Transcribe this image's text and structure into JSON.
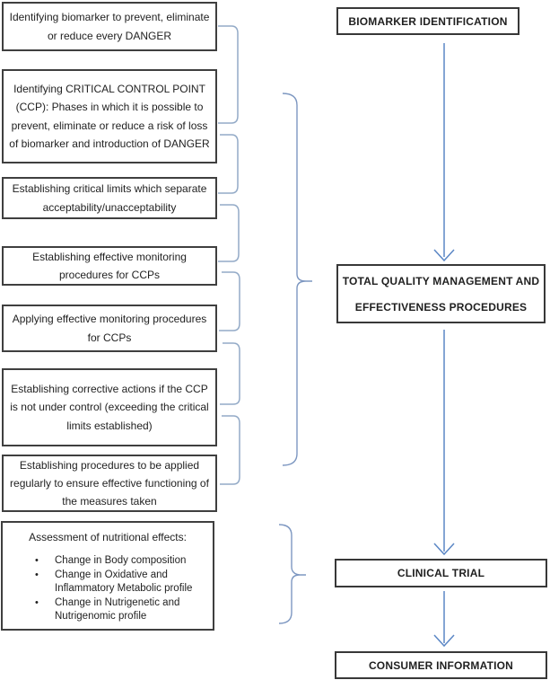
{
  "colors": {
    "background": "#ffffff",
    "box_border": "#3f3f3f",
    "box_border_dark": "#383838",
    "text": "#1f1f1f",
    "bracket": "#93aac7",
    "brace": "#7d97c1",
    "arrow": "#5b87c5"
  },
  "left_steps": [
    {
      "text": "Identifying biomarker to prevent, eliminate or reduce every DANGER"
    },
    {
      "text": "Identifying CRITICAL CONTROL POINT (CCP): Phases in which it is possible to prevent, eliminate or reduce a risk of loss of biomarker and introduction of DANGER"
    },
    {
      "text": "Establishing critical limits which separate acceptability/unacceptability"
    },
    {
      "text": "Establishing effective monitoring procedures for CCPs"
    },
    {
      "text": "Applying effective monitoring procedures for CCPs"
    },
    {
      "text": "Establishing corrective actions if the CCP is not under control (exceeding the critical limits established)"
    },
    {
      "text": "Establishing procedures to be applied regularly to ensure effective functioning of the measures taken"
    }
  ],
  "assessment": {
    "title": "Assessment of nutritional effects:",
    "bullet_glyph": "•",
    "bullets": [
      "Change in Body composition",
      "Change in Oxidative and Inflammatory Metabolic profile",
      "Change in Nutrigenetic and Nutrigenomic profile"
    ]
  },
  "right_nodes": {
    "biomarker": {
      "label": "BIOMARKER IDENTIFICATION"
    },
    "tqm": {
      "line1": "TOTAL QUALITY MANAGEMENT AND",
      "line2": "EFFECTIVENESS PROCEDURES"
    },
    "clinical": {
      "label": "CLINICAL TRIAL"
    },
    "consumer": {
      "label": "CONSUMER INFORMATION"
    }
  }
}
